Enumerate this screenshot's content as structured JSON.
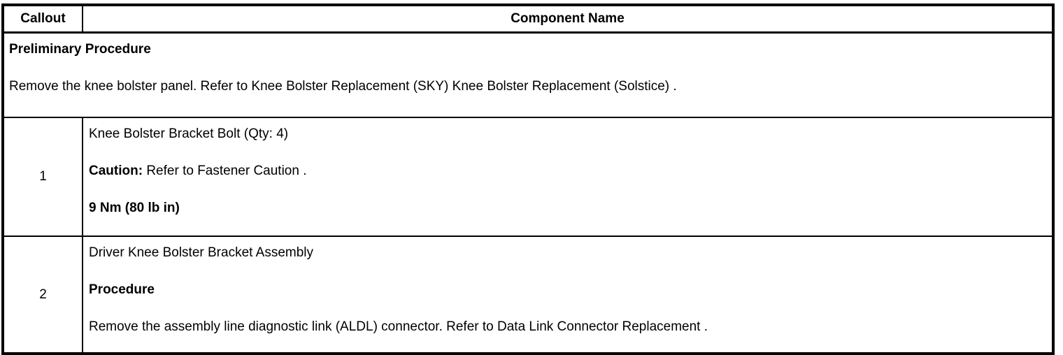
{
  "table": {
    "header": {
      "callout": "Callout",
      "component_name": "Component Name"
    },
    "preliminary": {
      "title": "Preliminary Procedure",
      "body": "Remove the knee bolster panel. Refer to Knee Bolster Replacement (SKY) Knee Bolster Replacement (Solstice) ."
    },
    "rows": [
      {
        "callout": "1",
        "name": "Knee Bolster Bracket Bolt (Qty: 4)",
        "caution_label": "Caution:",
        "caution_text": " Refer to Fastener Caution .",
        "torque": "9 Nm (80 lb in)"
      },
      {
        "callout": "2",
        "name": "Driver Knee Bolster Bracket Assembly",
        "procedure_label": "Procedure",
        "procedure_text": "Remove the assembly line diagnostic link (ALDL) connector. Refer to Data Link Connector Replacement ."
      }
    ]
  },
  "colors": {
    "border": "#000000",
    "text": "#000000",
    "background": "#ffffff"
  }
}
